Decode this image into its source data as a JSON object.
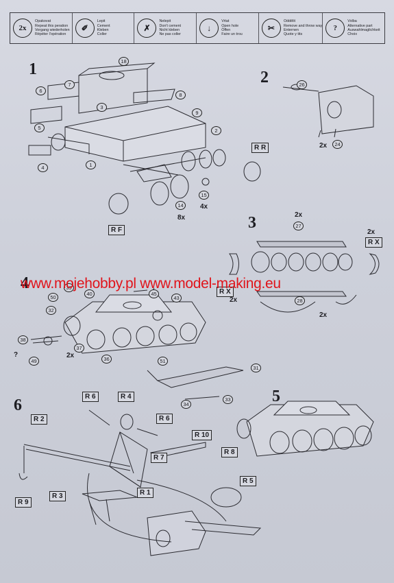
{
  "header": [
    {
      "icon": "2x",
      "icon_name": "repeat-icon",
      "lines": [
        "Opakovat",
        "Repeat this peration",
        "Vorgang wiederholen",
        "Répéter l'opération"
      ]
    },
    {
      "icon": "",
      "icon_name": "glue-tube-icon",
      "lines": [
        "Lepit",
        "Cement",
        "Kleben",
        "Coller"
      ]
    },
    {
      "icon": "",
      "icon_name": "no-glue-icon",
      "lines": [
        "Nelepit",
        "Don't cement",
        "Nicht kleben",
        "Ne pas coller"
      ]
    },
    {
      "icon": "",
      "icon_name": "drill-icon",
      "lines": [
        "Vrtat",
        "Open hole",
        "Öffen",
        "Faire un trou"
      ]
    },
    {
      "icon": "",
      "icon_name": "knife-icon",
      "lines": [
        "Oddělit",
        "Remove and throw way",
        "Enternen",
        "Quote y tits"
      ]
    },
    {
      "icon": "?",
      "icon_name": "question-icon",
      "lines": [
        "Volba",
        "Alternative part",
        "Auswahlmaglichkeit",
        "Choix"
      ]
    }
  ],
  "steps": [
    "1",
    "2",
    "3",
    "4",
    "5",
    "6"
  ],
  "parts": {
    "p1": "1",
    "p2": "2",
    "p3": "3",
    "p4": "4",
    "p5": "5",
    "p6": "6",
    "p7": "7",
    "p8": "8",
    "p9": "9",
    "p14": "14",
    "p15": "15",
    "p18": "18",
    "p24": "24",
    "p26": "26",
    "p27": "27",
    "p28": "28",
    "p31": "31",
    "p32": "32",
    "p33": "33",
    "p34": "34",
    "p36": "36",
    "p37": "37",
    "p38": "38",
    "p39": "39",
    "p40": "40",
    "p43": "43",
    "p45": "45",
    "p49": "49",
    "p50": "50",
    "p51": "51"
  },
  "tags": {
    "rr": "R R",
    "rf": "R F",
    "rx1": "R X",
    "rx2": "R X",
    "r1": "R 1",
    "r2": "R 2",
    "r3": "R 3",
    "r4": "R 4",
    "r5": "R 5",
    "r6a": "R 6",
    "r6b": "R 6",
    "r7": "R 7",
    "r8": "R 8",
    "r9": "R 9",
    "r10": "R 10"
  },
  "quantities": {
    "q_2x_24": "2x",
    "q_8x": "8x",
    "q_4x": "4x",
    "q_2x_27": "2x",
    "q_2x_rx": "2x",
    "q_2x_rx_left": "2x",
    "q_2x_28": "2x",
    "q_2x_37": "2x",
    "q_question": "?"
  },
  "watermark": "www.mojehobby.pl www.model-making.eu"
}
